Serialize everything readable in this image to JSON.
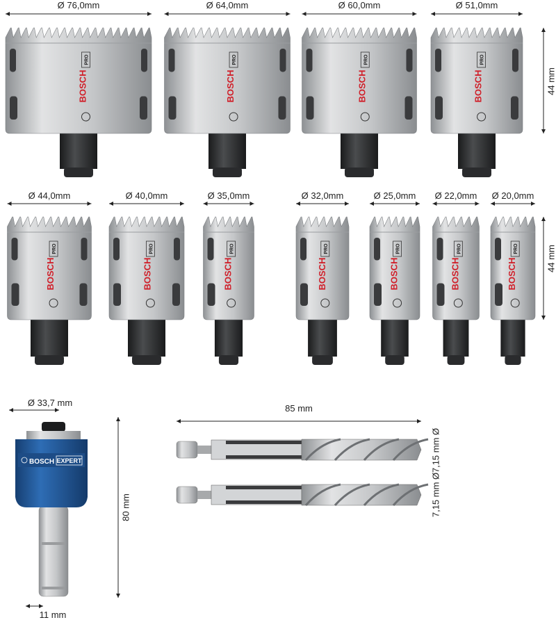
{
  "hole_saws_row1": {
    "diameters": [
      "Ø 76,0mm",
      "Ø 64,0mm",
      "Ø 60,0mm",
      "Ø 51,0mm"
    ],
    "height": "44 mm"
  },
  "hole_saws_row2": {
    "diameters": [
      "Ø 44,0mm",
      "Ø 40,0mm",
      "Ø 35,0mm",
      "Ø 32,0mm",
      "Ø 25,0mm",
      "Ø 22,0mm",
      "Ø 20,0mm"
    ],
    "height": "44 mm"
  },
  "saw_branding": {
    "brand": "BOSCH",
    "line": "PRO"
  },
  "adapter": {
    "diameter": "Ø 33,7 mm",
    "length": "80 mm",
    "shank": "11 mm",
    "brand": "BOSCH",
    "line": "EXPERT"
  },
  "drills": {
    "length": "85 mm",
    "diameters": [
      "7,15 mm Ø",
      "7,15 mm Ø"
    ]
  },
  "colors": {
    "brand_red": "#d0202a",
    "adapter_blue": "#1f5b9e",
    "steel": "#c9cbcd",
    "shank": "#2a2b2d"
  }
}
